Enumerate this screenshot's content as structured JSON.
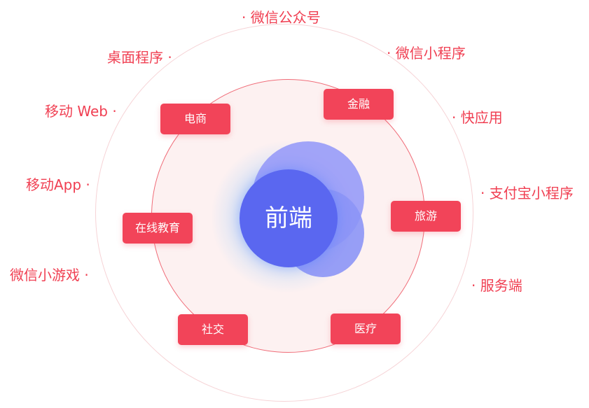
{
  "center": {
    "label": "前端"
  },
  "domains": {
    "ecommerce": "电商",
    "finance": "金融",
    "education": "在线教育",
    "travel": "旅游",
    "social": "社交",
    "medical": "医疗"
  },
  "platforms": {
    "wechat_official": "· 微信公众号",
    "wechat_miniprogram": "· 微信小程序",
    "quick_app": "· 快应用",
    "alipay_miniprogram": "· 支付宝小程序",
    "server_side": "· 服务端",
    "desktop_app": "桌面程序 ·",
    "mobile_web": "移动 Web ·",
    "mobile_app": "移动App ·",
    "wechat_minigame": "微信小游戏 ·"
  },
  "colors": {
    "accent_red": "#f24459",
    "text_red": "#f03f52",
    "core_blue": "#5a67f0",
    "bubble_purple": "#9c9ff8"
  }
}
